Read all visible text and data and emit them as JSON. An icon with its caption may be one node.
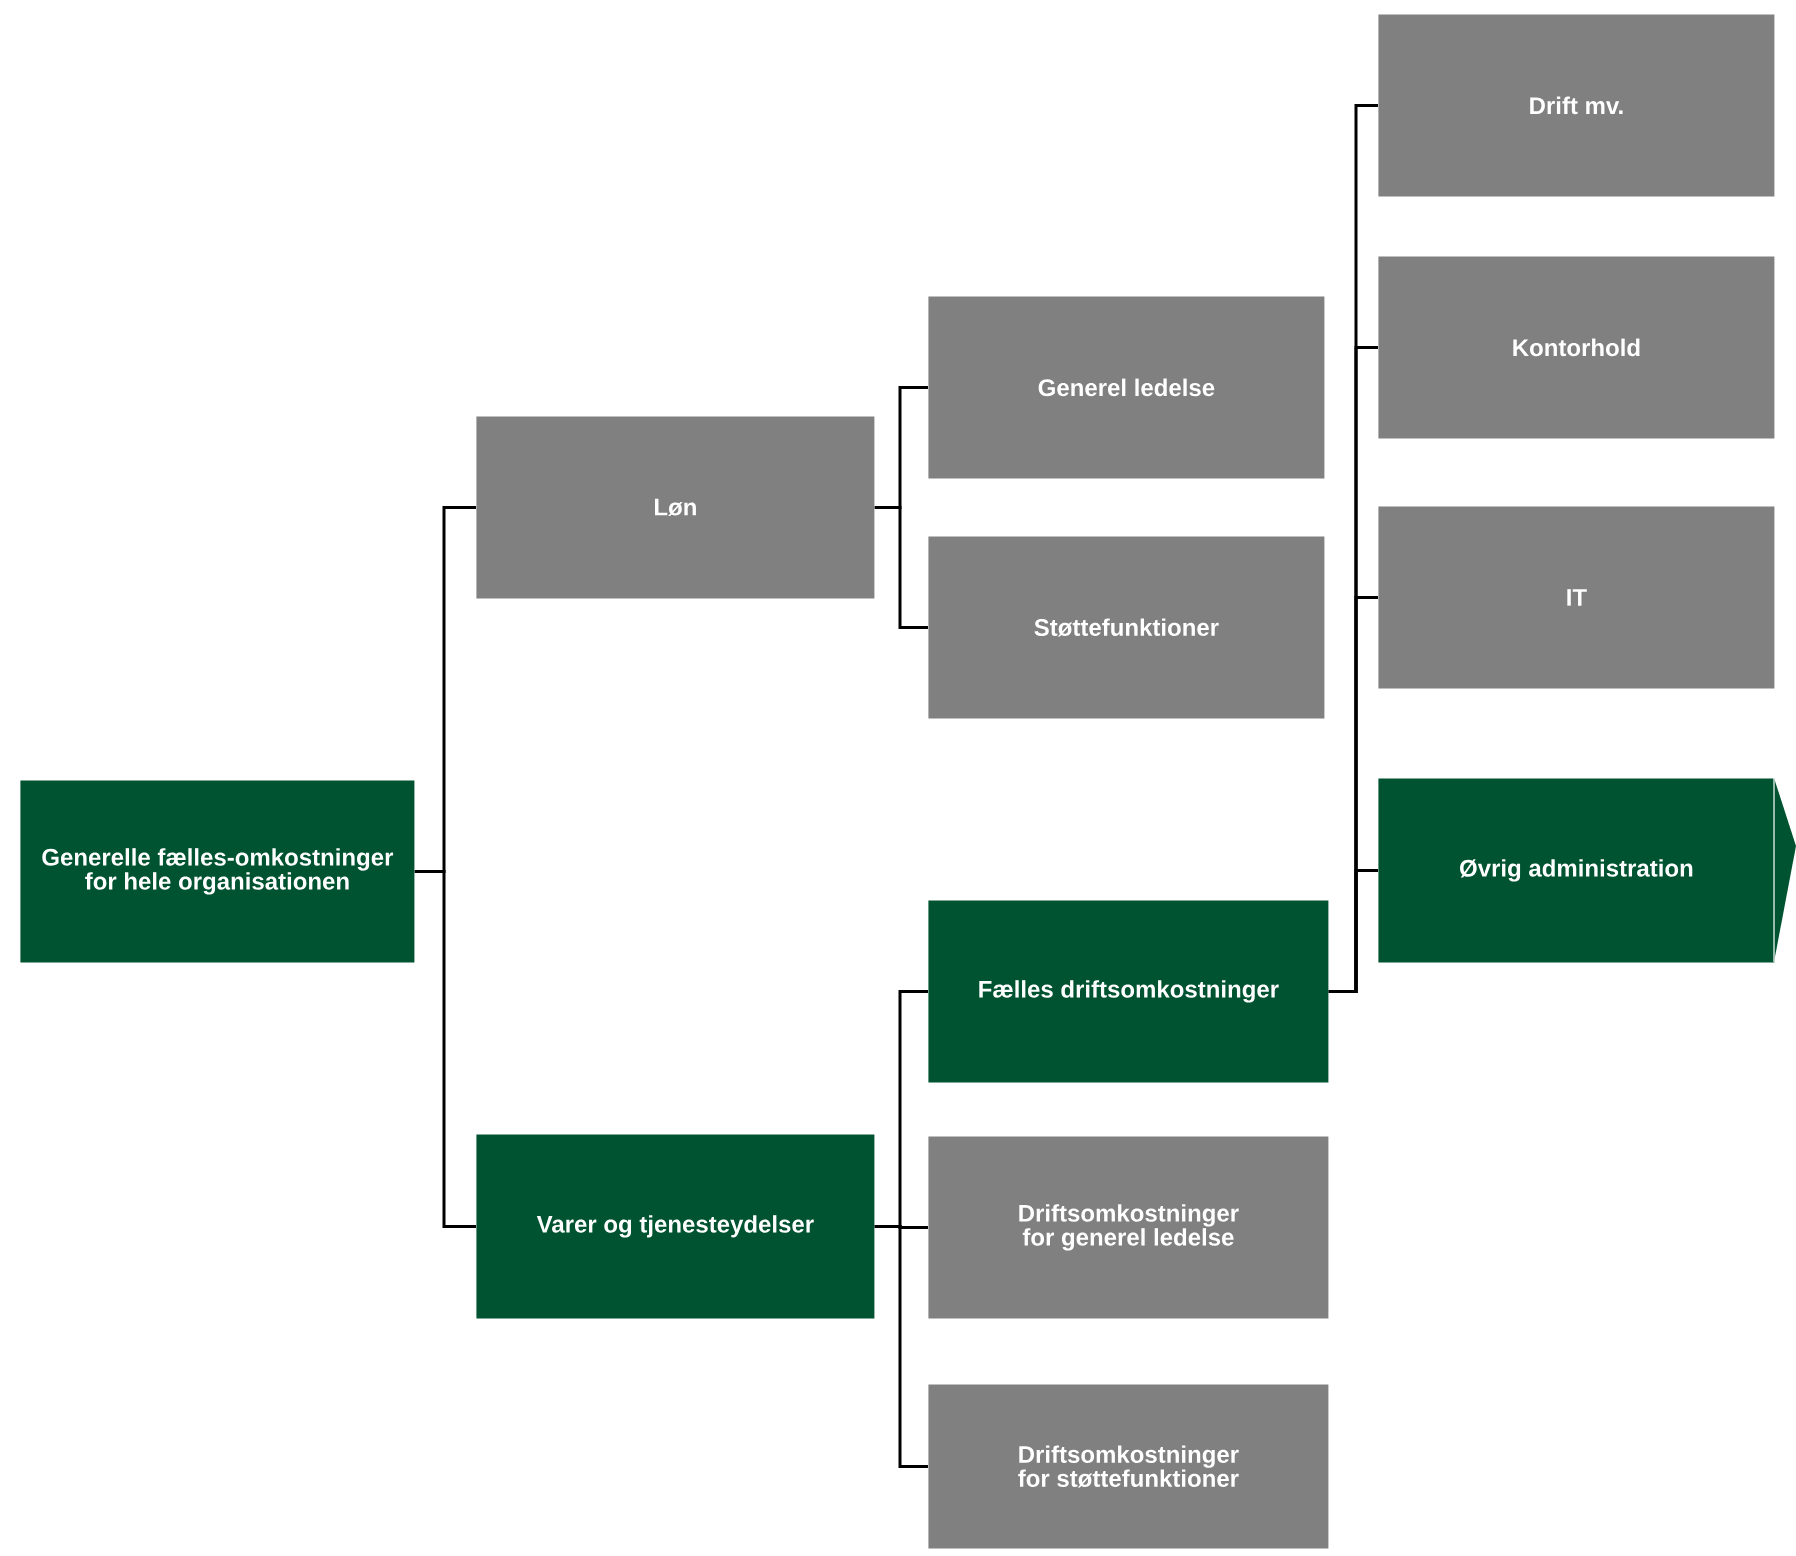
{
  "diagram": {
    "nodes": [
      {
        "text": [
          "Generelle fælles-omkostninger for hele organisationen"
        ]
      },
      {
        "text": [
          "Løn"
        ]
      },
      {
        "text": [
          "Varer og tjenesteydelser"
        ]
      },
      {
        "text": [
          "Generel ledelse"
        ]
      },
      {
        "text": [
          "Støttefunktioner"
        ]
      },
      {
        "text": [
          "Fælles driftsomkostninger"
        ]
      },
      {
        "text": [
          "Driftsomkostninger for generel ledelse"
        ]
      },
      {
        "text": [
          "Driftsomkostninger for støttefunktioner"
        ]
      },
      {
        "text": [
          "Drift mv."
        ]
      },
      {
        "text": [
          "Kontorhold"
        ]
      },
      {
        "text": [
          "IT"
        ]
      },
      {
        "text": [
          "Øvrig administration"
        ]
      }
    ],
    "edges": [
      {
        "from": 0,
        "to": 1,
        "arrow": "none"
      },
      {
        "from": 0,
        "to": 2,
        "arrow": "none"
      },
      {
        "from": 1,
        "to": 3,
        "arrow": "none"
      },
      {
        "from": 1,
        "to": 4,
        "arrow": "none"
      },
      {
        "from": 2,
        "to": 5,
        "arrow": "none"
      },
      {
        "from": 2,
        "to": 6,
        "arrow": "none"
      },
      {
        "from": 2,
        "to": 7,
        "arrow": "none"
      },
      {
        "from": 5,
        "to": 8,
        "arrow": "none"
      },
      {
        "from": 5,
        "to": 9,
        "arrow": "none"
      },
      {
        "from": 5,
        "to": 10,
        "arrow": "none"
      },
      {
        "from": 5,
        "to": 11,
        "arrow": "none"
      }
    ]
  }
}
